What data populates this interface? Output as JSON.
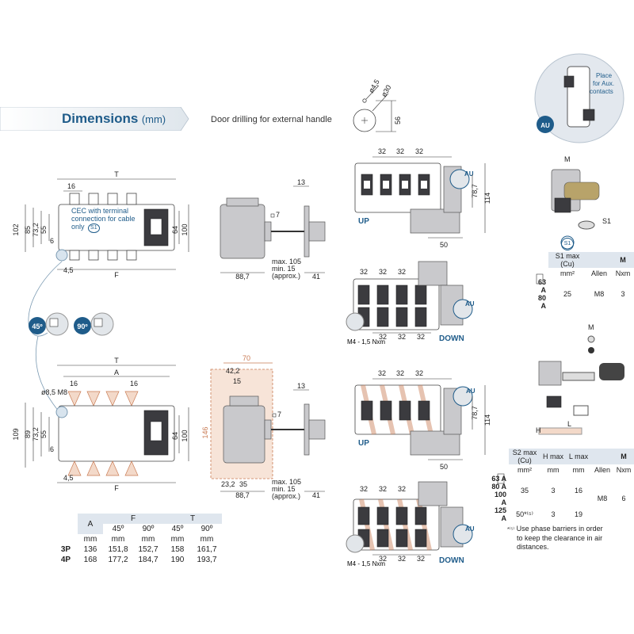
{
  "title": {
    "main": "Dimensions",
    "unit": "(mm)"
  },
  "door_drilling": {
    "caption": "Door drilling for external handle",
    "dims": {
      "small_hole": "ø4,5",
      "large_hole": "ø30",
      "height": "56"
    }
  },
  "top_view_1": {
    "T": "T",
    "F": "F",
    "d16": "16",
    "heights": [
      "102",
      "85",
      "73,2",
      "55"
    ],
    "side": [
      "64",
      "100"
    ],
    "d6": "6",
    "d45": "4,5",
    "cec_note": "CEC with terminal connection for cable only",
    "s1": "S1"
  },
  "side_view_1": {
    "d13": "13",
    "d7": "7",
    "approx": [
      "max. 105",
      "min. 15",
      "(approx.)"
    ],
    "d887": "88,7",
    "d41": "41"
  },
  "angles": {
    "a45": "45º",
    "a90": "90º"
  },
  "top_view_2": {
    "T": "T",
    "A": "A",
    "F": "F",
    "d16a": "16",
    "d16b": "16",
    "hole": "ø8,5 M8",
    "heights": [
      "109",
      "89",
      "73,2",
      "55"
    ],
    "side": [
      "64",
      "100"
    ],
    "d6": "6",
    "d45": "4,5"
  },
  "side_view_2": {
    "d70": "70",
    "d422": "42,2",
    "d15": "15",
    "d146": "146",
    "d13": "13",
    "d7": "7",
    "d232": "23,2",
    "d35": "35",
    "approx": [
      "max. 105",
      "min. 15",
      "(approx.)"
    ],
    "d887": "88,7",
    "d41": "41"
  },
  "switch_up_1": {
    "d32a": "32",
    "d32b": "32",
    "d32c": "32",
    "d787": "78,7",
    "d114": "114",
    "d50": "50",
    "up": "UP",
    "au": "AU"
  },
  "switch_down_1": {
    "d32": [
      "32",
      "32",
      "32"
    ],
    "b32": [
      "32",
      "32",
      "32"
    ],
    "torque": "M4 - 1,5 Nxm",
    "down": "DOWN",
    "au": "AU"
  },
  "switch_up_2": {
    "d32a": "32",
    "d32b": "32",
    "d32c": "32",
    "d787": "78,7",
    "d114": "114",
    "d50": "50",
    "up": "UP",
    "au": "AU"
  },
  "switch_down_2": {
    "d32": [
      "32",
      "32",
      "32"
    ],
    "b32": [
      "32",
      "32",
      "32"
    ],
    "torque": "M4 - 1,5 Nxm",
    "down": "DOWN",
    "au": "AU"
  },
  "aux_callout": {
    "text": [
      "Place",
      "for Aux.",
      "contacts"
    ],
    "au": "AU"
  },
  "terminal_m": {
    "m": "M",
    "s1": "S1"
  },
  "terminal_m2": {
    "m": "M",
    "h": "H",
    "l": "L"
  },
  "s1_table": {
    "icon": "S1",
    "headers": [
      "S1 max (Cu)",
      "",
      "M"
    ],
    "units": [
      "mm²",
      "Allen",
      "Nxm"
    ],
    "rows": [
      {
        "rating": [
          "63 A",
          "80 A"
        ],
        "values": [
          "25",
          "M8",
          "3"
        ]
      }
    ]
  },
  "s2_table": {
    "headers": [
      "S2 max (Cu)",
      "H max",
      "L max",
      "",
      "M"
    ],
    "units": [
      "mm²",
      "mm",
      "mm",
      "Allen",
      "Nxm"
    ],
    "rows": [
      {
        "rating": [
          "63 A",
          "80 A",
          "100 A"
        ],
        "values": [
          "35",
          "3",
          "16"
        ]
      },
      {
        "rating": [
          "125 A"
        ],
        "values": [
          "50*⁽⁵⁾",
          "3",
          "19"
        ]
      }
    ],
    "allen": "M8",
    "nxm": "6"
  },
  "footnote": {
    "mark": "*⁽⁵⁾",
    "text": [
      "Use phase barriers in order",
      "to keep the clearance in air",
      "distances."
    ]
  },
  "bottom_table": {
    "head1": {
      "A": "A",
      "F": "F",
      "T": "T"
    },
    "head2": [
      "45º",
      "90º",
      "45º",
      "90º"
    ],
    "units": [
      "mm",
      "mm",
      "mm",
      "mm",
      "mm"
    ],
    "rows": [
      {
        "label": "3P",
        "values": [
          "136",
          "151,8",
          "152,7",
          "158",
          "161,7"
        ]
      },
      {
        "label": "4P",
        "values": [
          "168",
          "177,2",
          "184,7",
          "190",
          "193,7"
        ]
      }
    ]
  },
  "colors": {
    "accent": "#1f5c8a",
    "hatch": "#c97b54",
    "banner": "#e6ebf0"
  }
}
